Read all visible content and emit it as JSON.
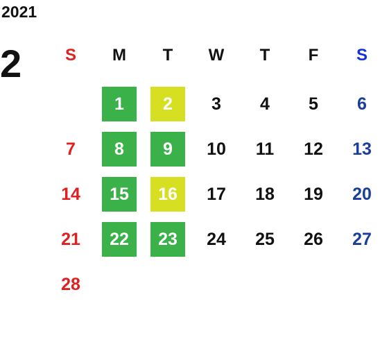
{
  "year": "2021",
  "month": "2",
  "weekdays": [
    "S",
    "M",
    "T",
    "W",
    "T",
    "F",
    "S"
  ],
  "weeks": [
    [
      "",
      "1",
      "2",
      "3",
      "4",
      "5",
      "6"
    ],
    [
      "7",
      "8",
      "9",
      "10",
      "11",
      "12",
      "13"
    ],
    [
      "14",
      "15",
      "16",
      "17",
      "18",
      "19",
      "20"
    ],
    [
      "21",
      "22",
      "23",
      "24",
      "25",
      "26",
      "27"
    ],
    [
      "28",
      "",
      "",
      "",
      "",
      "",
      ""
    ]
  ],
  "colors": {
    "sunday": "#e02020",
    "saturday": "#1a3f9a",
    "saturday_header": "#1530d8",
    "highlight_green": "#3bb14a",
    "highlight_yellow": "#d6df21"
  },
  "highlights": {
    "green": [
      "1",
      "8",
      "9",
      "15",
      "22",
      "23"
    ],
    "yellow": [
      "2",
      "16"
    ]
  }
}
